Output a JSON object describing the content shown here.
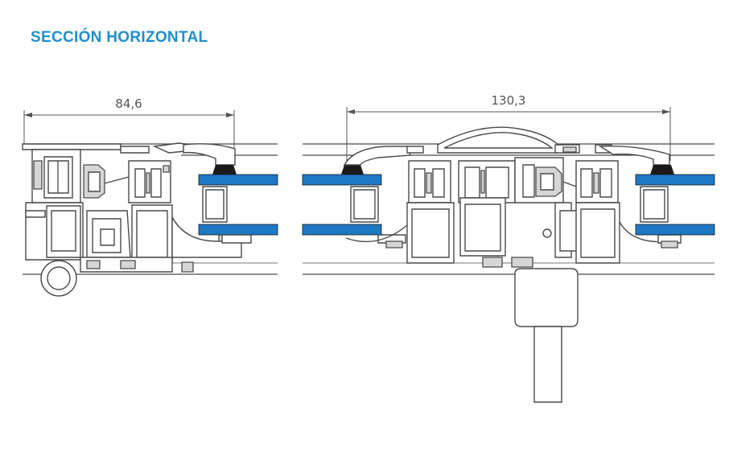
{
  "header": {
    "title": "SECCIÓN HORIZONTAL"
  },
  "dimensions": [
    {
      "label": "84,6"
    },
    {
      "label": "130,3"
    }
  ],
  "colors": {
    "title": "#1f8fd0",
    "glass": "#1f78c4",
    "gasket": "#1a1a1a",
    "profile_stroke": "#4a4a4a",
    "dimension_line": "#555555"
  }
}
